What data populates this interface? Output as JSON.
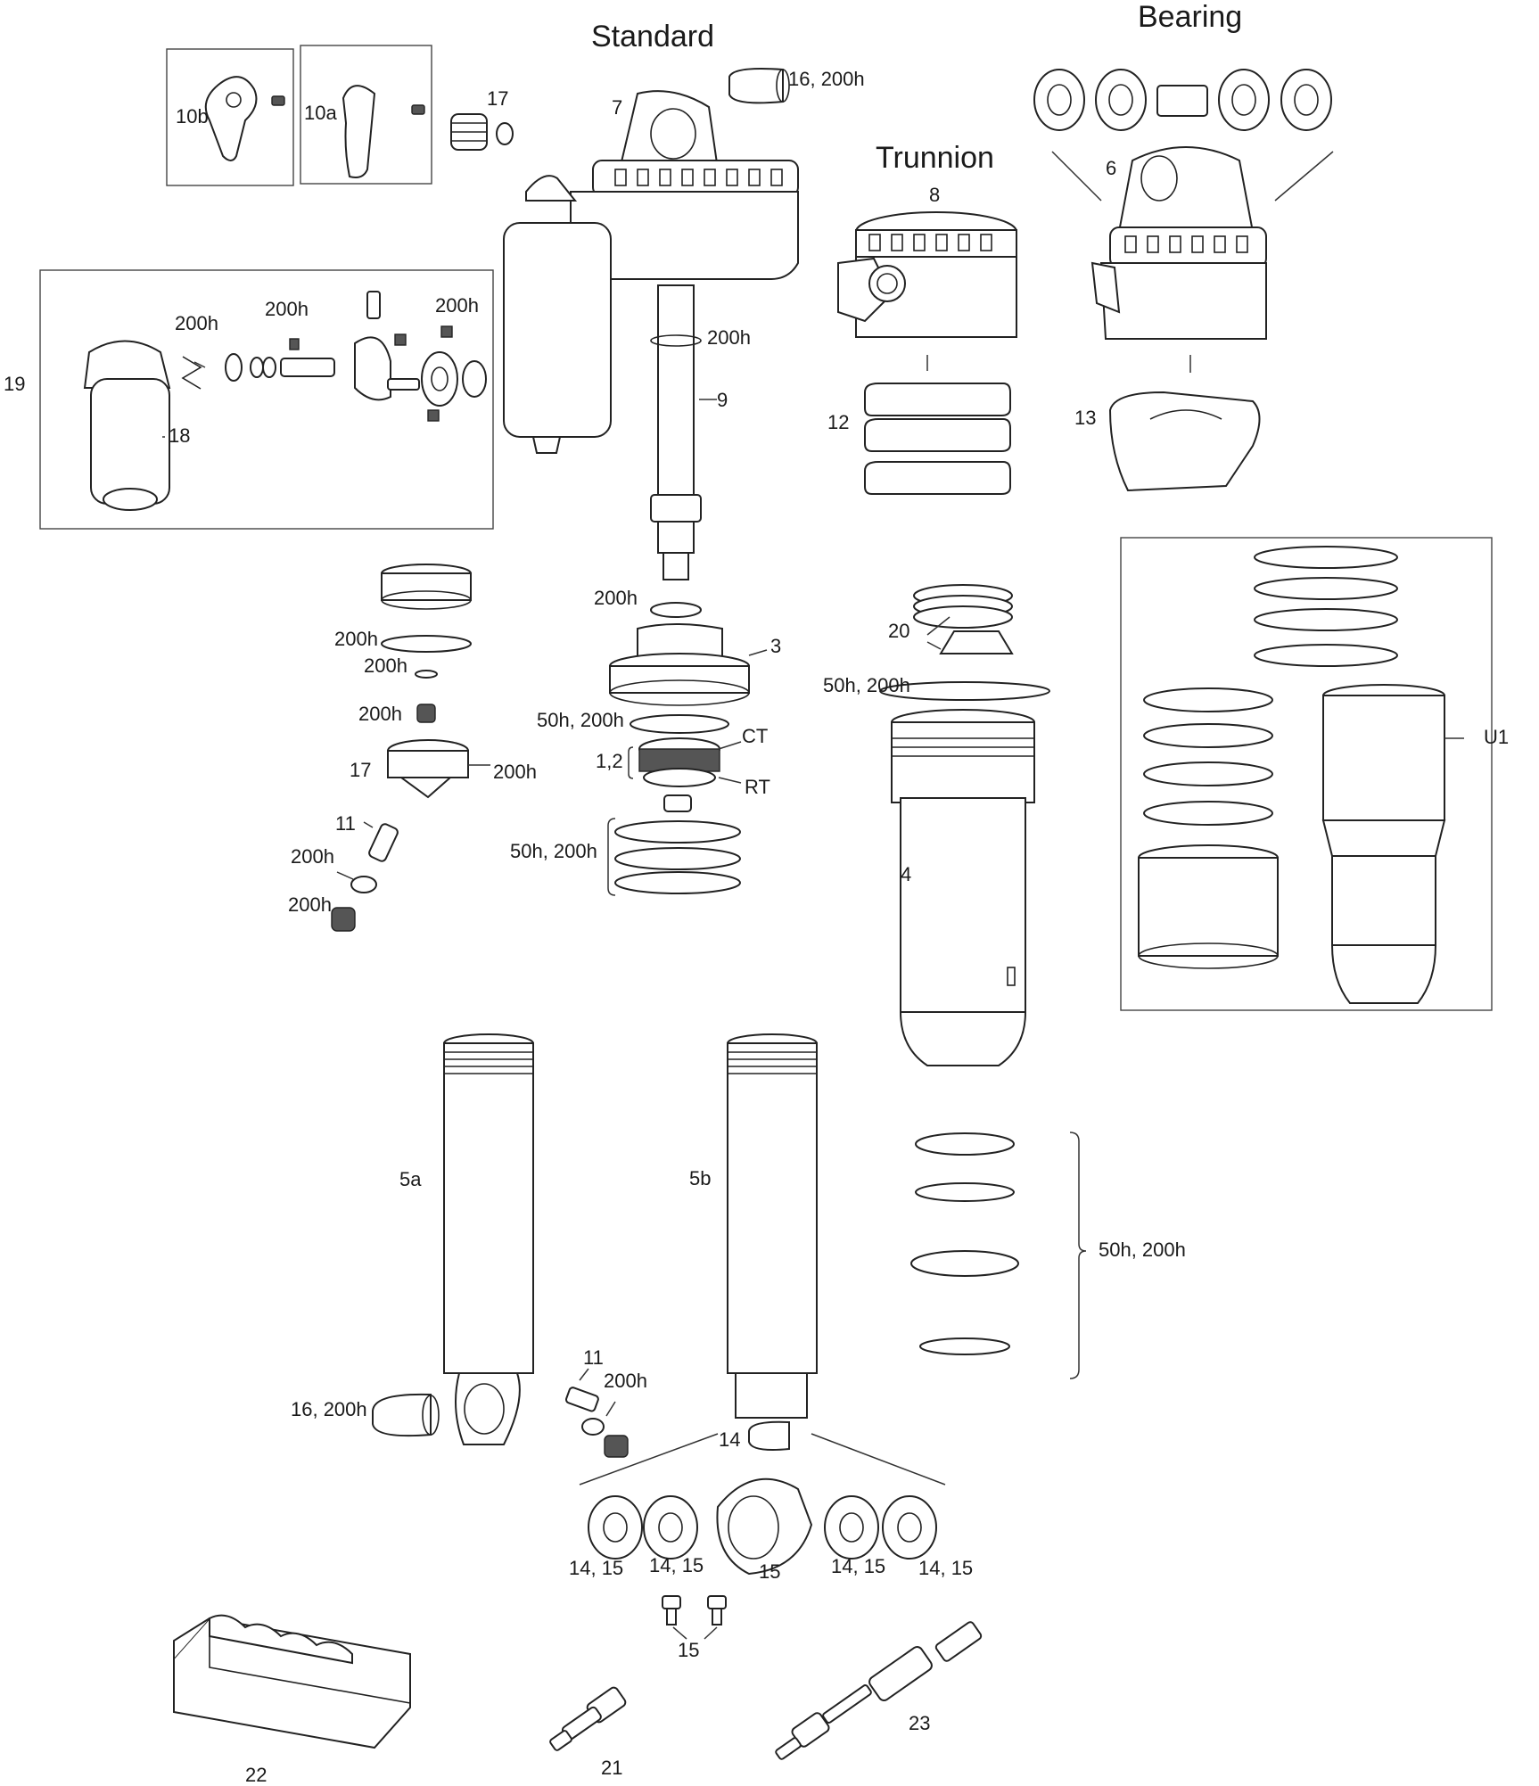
{
  "sections": {
    "standard": "Standard",
    "bearing": "Bearing",
    "trunnion": "Trunnion"
  },
  "labels": {
    "l_16_top": "16, 200h",
    "l_7": "7",
    "l_17_top": "17",
    "l_10b": "10b",
    "l_10a": "10a",
    "l_8": "8",
    "l_6": "6",
    "l_19": "19",
    "l_200h_a": "200h",
    "l_200h_b": "200h",
    "l_200h_c": "200h",
    "l_18": "18",
    "l_200h_rod": "200h",
    "l_9": "9",
    "l_12": "12",
    "l_13": "13",
    "l_200h_d": "200h",
    "l_3": "3",
    "l_200h_e": "200h",
    "l_200h_f": "200h",
    "l_200h_g": "200h",
    "l_17_mid": "17",
    "l_200h_h": "200h",
    "l_50h_a": "50h, 200h",
    "l_ct": "CT",
    "l_12_ct": "1,2",
    "l_rt": "RT",
    "l_11_mid": "11",
    "l_200h_i": "200h",
    "l_50h_b": "50h, 200h",
    "l_200h_j": "200h",
    "l_20": "20",
    "l_50h_c": "50h, 200h",
    "l_u1": "U1",
    "l_4": "4",
    "l_5a": "5a",
    "l_5b": "5b",
    "l_50h_d": "50h, 200h",
    "l_11_low": "11",
    "l_200h_k": "200h",
    "l_16_low": "16, 200h",
    "l_14": "14",
    "l_1415_a": "14, 15",
    "l_1415_b": "14, 15",
    "l_15_a": "15",
    "l_1415_c": "14, 15",
    "l_1415_d": "14, 15",
    "l_15_b": "15",
    "l_22": "22",
    "l_21": "21",
    "l_23": "23"
  }
}
